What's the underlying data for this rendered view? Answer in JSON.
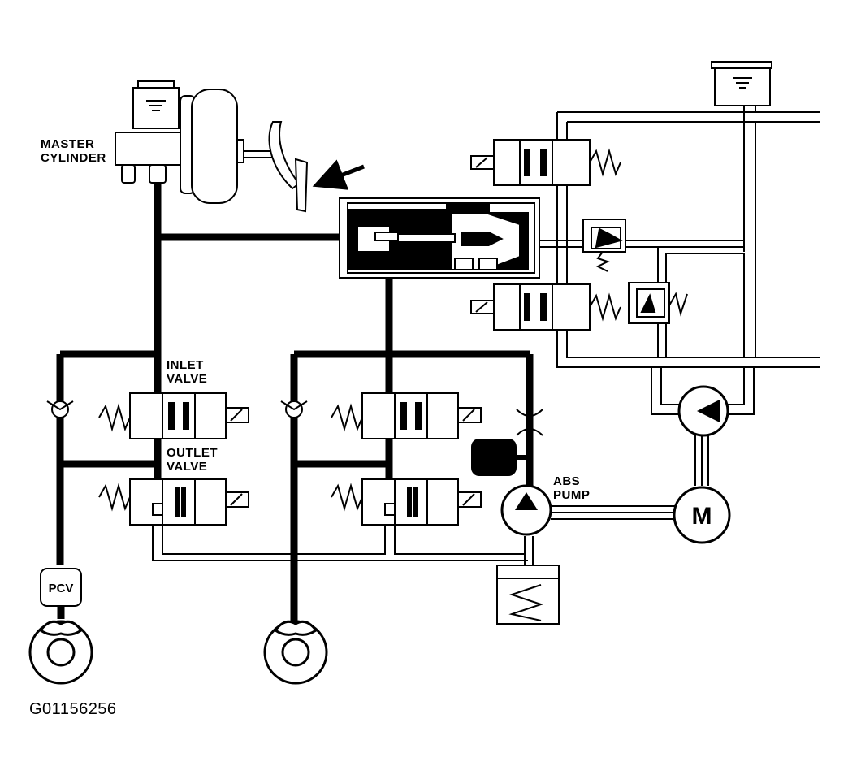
{
  "labels": {
    "master_cylinder_1": "MASTER",
    "master_cylinder_2": "CYLINDER",
    "inlet_valve_1": "INLET",
    "inlet_valve_2": "VALVE",
    "outlet_valve_1": "OUTLET",
    "outlet_valve_2": "VALVE",
    "abs_pump_1": "ABS",
    "abs_pump_2": "PUMP",
    "pcv": "PCV",
    "motor": "M"
  },
  "figure_id": "G01156256",
  "colors": {
    "ink": "#000000",
    "paper": "#ffffff"
  }
}
